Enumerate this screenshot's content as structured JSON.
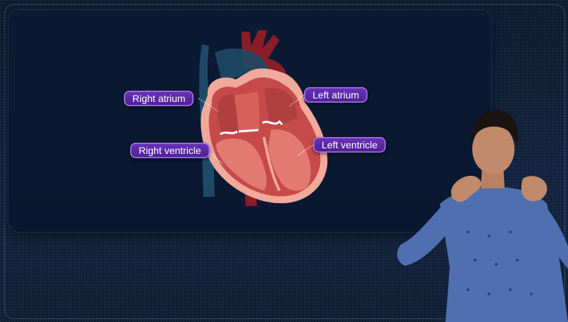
{
  "diagram": {
    "labels": {
      "right_atrium": "Right atrium",
      "left_atrium": "Left atrium",
      "right_ventricle": "Right ventricle",
      "left_ventricle": "Left ventricle"
    }
  },
  "colors": {
    "label_bg": "#5a27a6",
    "label_border": "#a97df0",
    "panel_bg": "#0b1a33",
    "heart_muscle": "#c64a4a",
    "heart_outer": "#f0a99a",
    "vessel_blue": "#1e4a66",
    "vessel_red": "#8a1d28",
    "presenter_top": "#4f6fb0"
  }
}
